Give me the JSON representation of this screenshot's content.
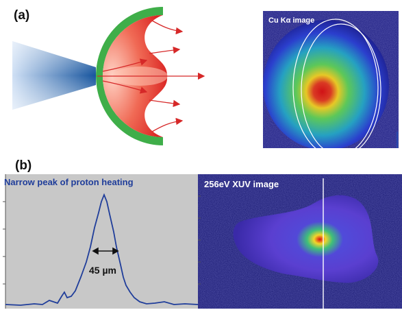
{
  "figure": {
    "panel_a": {
      "label": "(a)",
      "image_title": "Cu Kα image"
    },
    "panel_b": {
      "label": "(b)",
      "profile_title": "Narrow peak of proton heating",
      "width_annotation": "45 µm",
      "image_title": "256eV XUV image"
    }
  },
  "colors": {
    "profile_line": "#1f3d9a",
    "profile_bg": "#c8c8c8",
    "target_rim": "#4caf50",
    "target_fill": "#e8392b",
    "cone": "#1f5ea8",
    "arrows": "#d62828"
  }
}
